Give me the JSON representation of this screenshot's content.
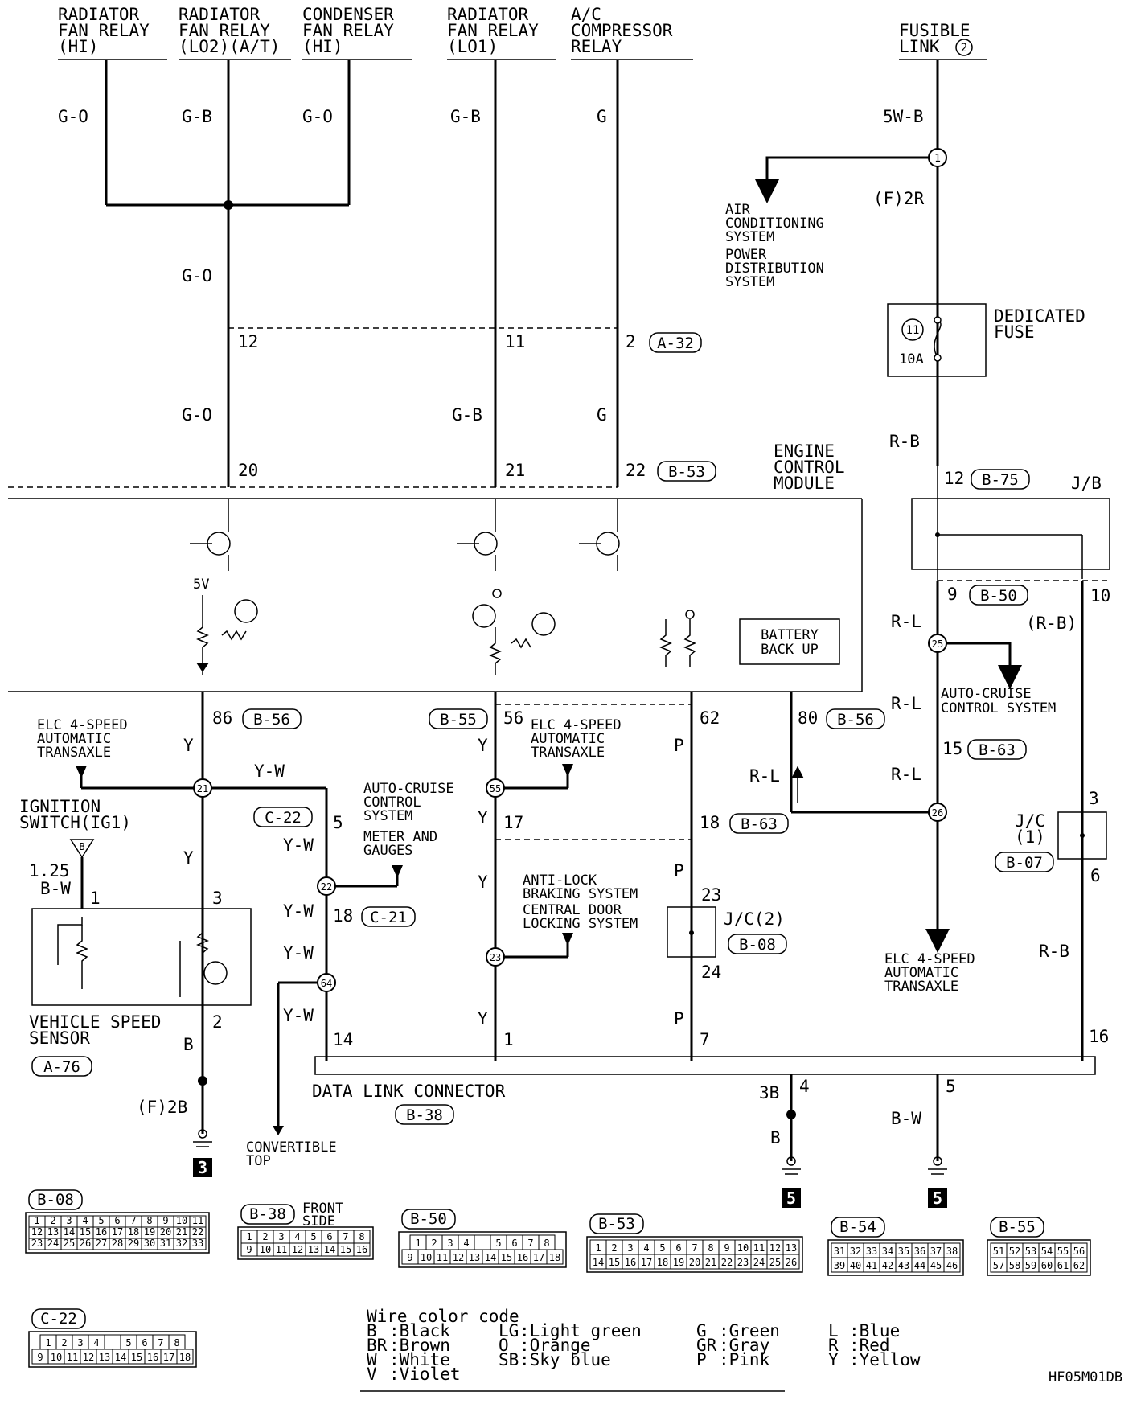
{
  "relays": {
    "rad_hi": [
      "RADIATOR",
      "FAN RELAY",
      "(HI)"
    ],
    "rad_lo2": [
      "RADIATOR",
      "FAN RELAY",
      "(LO2)(A/T)"
    ],
    "cond_hi": [
      "CONDENSER",
      "FAN RELAY",
      "(HI)"
    ],
    "rad_lo1": [
      "RADIATOR",
      "FAN RELAY",
      "(LO1)"
    ],
    "ac_comp": [
      "A/C",
      "COMPRESSOR",
      "RELAY"
    ]
  },
  "fusible_link": [
    "FUSIBLE",
    "LINK",
    "2"
  ],
  "wires": {
    "go": "G-O",
    "gb": "G-B",
    "g": "G",
    "sw_b": "5W-B",
    "f2r": "(F)2R",
    "rb": "R-B",
    "rl": "R-L",
    "y": "Y",
    "yw": "Y-W",
    "p": "P",
    "bw": "B-W",
    "b": "B",
    "f2b": "(F)2B",
    "b3": "3B",
    "bw125": "1.25",
    "rb_paren": "(R-B)"
  },
  "splices": {
    "s1": "1",
    "s21": "21",
    "s25": "25",
    "s26": "26",
    "s55": "55",
    "s22": "22",
    "s64": "64",
    "s23": "23"
  },
  "pins": {
    "p12": "12",
    "p11": "11",
    "p2": "2",
    "p20": "20",
    "p21": "21",
    "p22": "22",
    "p12b": "12",
    "p9": "9",
    "p10": "10",
    "p86": "86",
    "p56": "56",
    "p62": "62",
    "p80": "80",
    "p15": "15",
    "p5": "5",
    "p17": "17",
    "p18": "18",
    "p18b": "18",
    "p3": "3",
    "p1": "1",
    "p3b": "3",
    "p23": "23",
    "p24": "24",
    "p6": "6",
    "p2b": "2",
    "p14": "14",
    "p1b": "1",
    "p7": "7",
    "p16": "16",
    "p4": "4",
    "p5b": "5"
  },
  "connectors": {
    "a32": "A-32",
    "b53": "B-53",
    "b75": "B-75",
    "b50": "B-50",
    "b56": "B-56",
    "b55": "B-55",
    "b56b": "B-56",
    "b63": "B-63",
    "c22": "C-22",
    "b63b": "B-63",
    "c21": "C-21",
    "b07": "B-07",
    "b08": "B-08",
    "a76": "A-76",
    "b38": "B-38"
  },
  "labels": {
    "ac_sys": [
      "AIR",
      "CONDITIONING",
      "SYSTEM"
    ],
    "power_dist": [
      "POWER",
      "DISTRIBUTION",
      "SYSTEM"
    ],
    "dedicated_fuse": [
      "DEDICATED",
      "FUSE"
    ],
    "fuse_no": "11",
    "fuse_amp": "10A",
    "ecm": [
      "ENGINE",
      "CONTROL",
      "MODULE"
    ],
    "jb": "J/B",
    "v5": "5V",
    "battery_backup": [
      "BATTERY",
      "BACK UP"
    ],
    "elc_left": [
      "ELC 4-SPEED",
      "AUTOMATIC",
      "TRANSAXLE"
    ],
    "elc_mid": [
      "ELC 4-SPEED",
      "AUTOMATIC",
      "TRANSAXLE"
    ],
    "elc_right": [
      "ELC 4-SPEED",
      "AUTOMATIC",
      "TRANSAXLE"
    ],
    "auto_cruise_right": [
      "AUTO-CRUISE",
      "CONTROL SYSTEM"
    ],
    "auto_cruise_mid": [
      "AUTO-CRUISE",
      "CONTROL",
      "SYSTEM"
    ],
    "meter": [
      "METER AND",
      "GAUGES"
    ],
    "ignition": [
      "IGNITION",
      "SWITCH(IG1)"
    ],
    "ign_pin": "B",
    "abs": [
      "ANTI-LOCK",
      "BRAKING SYSTEM"
    ],
    "door": [
      "CENTRAL DOOR",
      "LOCKING SYSTEM"
    ],
    "jc2": "J/C(2)",
    "jc1": [
      "J/C",
      "(1)"
    ],
    "vss": [
      "VEHICLE SPEED",
      "SENSOR"
    ],
    "dlc": "DATA LINK CONNECTOR",
    "convertible": [
      "CONVERTIBLE",
      "TOP"
    ],
    "ground3": "3",
    "ground5a": "5",
    "ground5b": "5",
    "diagram_id": "HF05M01DB"
  },
  "pinouts": {
    "b08": {
      "name": "B-08",
      "rows": [
        [
          "1",
          "2",
          "3",
          "4",
          "5",
          "6",
          "7",
          "8",
          "9",
          "10",
          "11"
        ],
        [
          "12",
          "13",
          "14",
          "15",
          "16",
          "17",
          "18",
          "19",
          "20",
          "21",
          "22"
        ],
        [
          "23",
          "24",
          "25",
          "26",
          "27",
          "28",
          "29",
          "30",
          "31",
          "32",
          "33"
        ]
      ]
    },
    "b38": {
      "name": "B-38",
      "note": [
        "FRONT",
        "SIDE"
      ],
      "rows": [
        [
          "1",
          "2",
          "3",
          "4",
          "5",
          "6",
          "7",
          "8"
        ],
        [
          "9",
          "10",
          "11",
          "12",
          "13",
          "14",
          "15",
          "16"
        ]
      ]
    },
    "b50": {
      "name": "B-50",
      "rows": [
        [
          "1",
          "2",
          "3",
          "4",
          "",
          "5",
          "6",
          "7",
          "8"
        ],
        [
          "9",
          "10",
          "11",
          "12",
          "13",
          "14",
          "15",
          "16",
          "17",
          "18"
        ]
      ]
    },
    "b53": {
      "name": "B-53",
      "rows": [
        [
          "1",
          "2",
          "3",
          "4",
          "5",
          "6",
          "7",
          "8",
          "9",
          "10",
          "11",
          "12",
          "13"
        ],
        [
          "14",
          "15",
          "16",
          "17",
          "18",
          "19",
          "20",
          "21",
          "22",
          "23",
          "24",
          "25",
          "26"
        ]
      ]
    },
    "b54": {
      "name": "B-54",
      "rows": [
        [
          "31",
          "32",
          "33",
          "34",
          "35",
          "36",
          "37",
          "38"
        ],
        [
          "39",
          "40",
          "41",
          "42",
          "43",
          "44",
          "45",
          "46"
        ]
      ]
    },
    "b55": {
      "name": "B-55",
      "rows": [
        [
          "51",
          "52",
          "53",
          "54",
          "55",
          "56"
        ],
        [
          "57",
          "58",
          "59",
          "60",
          "61",
          "62"
        ]
      ]
    },
    "c22": {
      "name": "C-22",
      "rows": [
        [
          "1",
          "2",
          "3",
          "4",
          "",
          "5",
          "6",
          "7",
          "8"
        ],
        [
          "9",
          "10",
          "11",
          "12",
          "13",
          "14",
          "15",
          "16",
          "17",
          "18"
        ]
      ]
    }
  },
  "color_code": {
    "title": "Wire color code",
    "entries": [
      [
        "B",
        ":Black"
      ],
      [
        "BR",
        ":Brown"
      ],
      [
        "W",
        ":White"
      ],
      [
        "V",
        ":Violet"
      ],
      [
        "LG",
        ":Light green"
      ],
      [
        "O",
        ":Orange"
      ],
      [
        "SB",
        ":Sky blue"
      ],
      [
        "G",
        ":Green"
      ],
      [
        "GR",
        ":Gray"
      ],
      [
        "P",
        ":Pink"
      ],
      [
        "L",
        ":Blue"
      ],
      [
        "R",
        ":Red"
      ],
      [
        "Y",
        ":Yellow"
      ]
    ]
  }
}
